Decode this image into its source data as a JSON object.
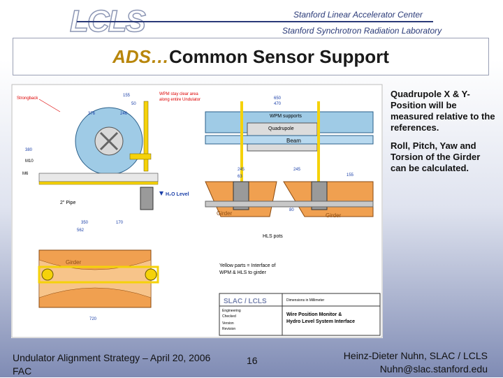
{
  "header": {
    "logo": "LCLS",
    "org_line1": "Stanford Linear Accelerator Center",
    "org_line2": "Stanford Synchrotron Radiation Laboratory"
  },
  "title": {
    "part1": "ADS…",
    "part2": "Common Sensor Support"
  },
  "drawing": {
    "labels": {
      "strongback": "Strongback",
      "wpm_clear": "WPM stay clear area",
      "wpm_clear2": "along entire Undulator",
      "wpm_supports": "WPM supports",
      "quadrupole": "Quadrupole",
      "beam": "Beam",
      "m10": "M10",
      "m6": "M6",
      "h2o": "H₂O Level",
      "pipe": "2\" Pipe",
      "girder": "Girder",
      "hls_pots": "HLS pots",
      "yellow_note1": "Yellow parts = Interface of",
      "yellow_note2": "WPM & HLS to girder",
      "slac_lcls": "SLAC / LCLS",
      "dimensions": "Dimensions in Millimeter",
      "wpm_title1": "Wire Position Monitor &",
      "wpm_title2": "Hydro Level System Interface",
      "engineer": "Engineering",
      "checked": "Checked",
      "version": "Version",
      "revision": "Revision"
    },
    "dims": {
      "d155a": "155",
      "d50": "50",
      "d376": "376",
      "d246": "246",
      "d650": "650",
      "d470": "470",
      "d380": "380",
      "d350": "350",
      "d562": "562",
      "d170": "170",
      "d720": "720",
      "d245a": "245",
      "d245b": "245",
      "d63": "63",
      "d155b": "155",
      "d80": "80"
    }
  },
  "notes": {
    "note1": "Quadrupole X & Y-Position will be measured relative to the references.",
    "note2": "Roll, Pitch, Yaw and Torsion of the Girder can be calculated."
  },
  "footer": {
    "left_line1": "Undulator Alignment Strategy – April 20, 2006",
    "left_line2": "FAC",
    "page": "16",
    "right_line1": "Heinz-Dieter Nuhn, SLAC / LCLS",
    "right_line2": "Nuhn@slac.stanford.edu"
  }
}
